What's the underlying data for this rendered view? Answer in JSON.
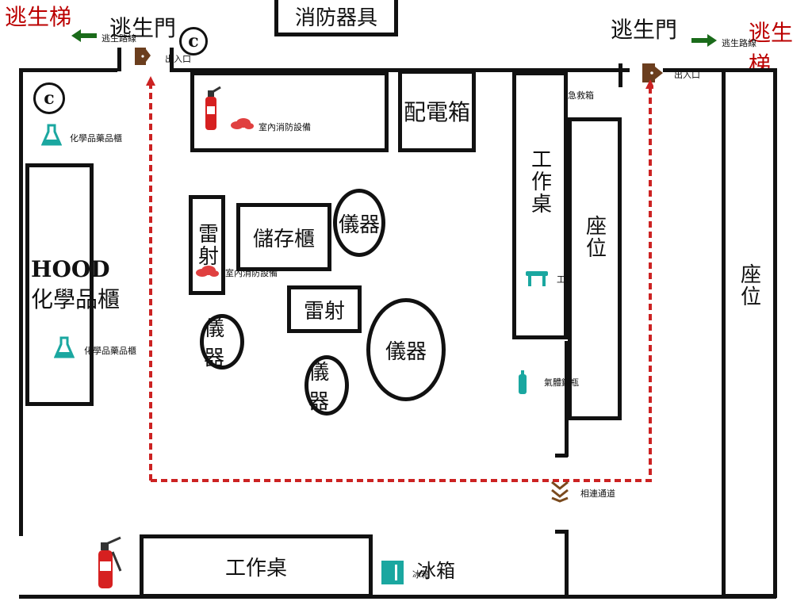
{
  "escape_stairs_left": "逃生梯",
  "escape_stairs_right": "逃生梯",
  "escape_door_left": "逃生門",
  "escape_door_right": "逃生門",
  "escape_route_left": "逃生路線",
  "escape_route_right": "逃生路線",
  "entrance_left": "出入口",
  "entrance_right": "出入口",
  "fire_equipment": "消防器具",
  "distribution_box": "配電箱",
  "first_aid": "急救箱",
  "fire_extinguisher_label": "室內消防設備",
  "chemical_cabinet_label_top": "化學品藥品櫃",
  "chemical_cabinet_label_mid": "化學品藥品櫃",
  "hood_line1": "HOOD",
  "hood_line2": "化學品櫃",
  "laser_vertical": "雷射",
  "storage_cabinet": "儲存櫃",
  "instrument": "儀器",
  "laser_horizontal": "雷射",
  "workbench_vertical": "工作桌",
  "workbench_label": "工作桌",
  "seat": "座位",
  "gas_cylinder": "氣體鋼瓶",
  "evacuation_passage": "相連通道",
  "workbench_bottom": "工作桌",
  "fridge": "冰箱",
  "fridge_small": "冰箱",
  "c_symbol": "c",
  "colors": {
    "route": "#cc2222",
    "arrow": "#1a6b1a",
    "door": "#6b3e1e",
    "extinguisher": "#d62020",
    "teal": "#1aa7a0",
    "passage": "#7a4a1e"
  },
  "icons": [
    "arrow-left-icon",
    "arrow-right-icon",
    "door-icon",
    "fire-extinguisher-icon",
    "cloud-icon",
    "flask-icon",
    "first-aid-icon",
    "table-icon",
    "gas-cylinder-icon",
    "passage-icon",
    "fridge-icon",
    "c-icon"
  ]
}
